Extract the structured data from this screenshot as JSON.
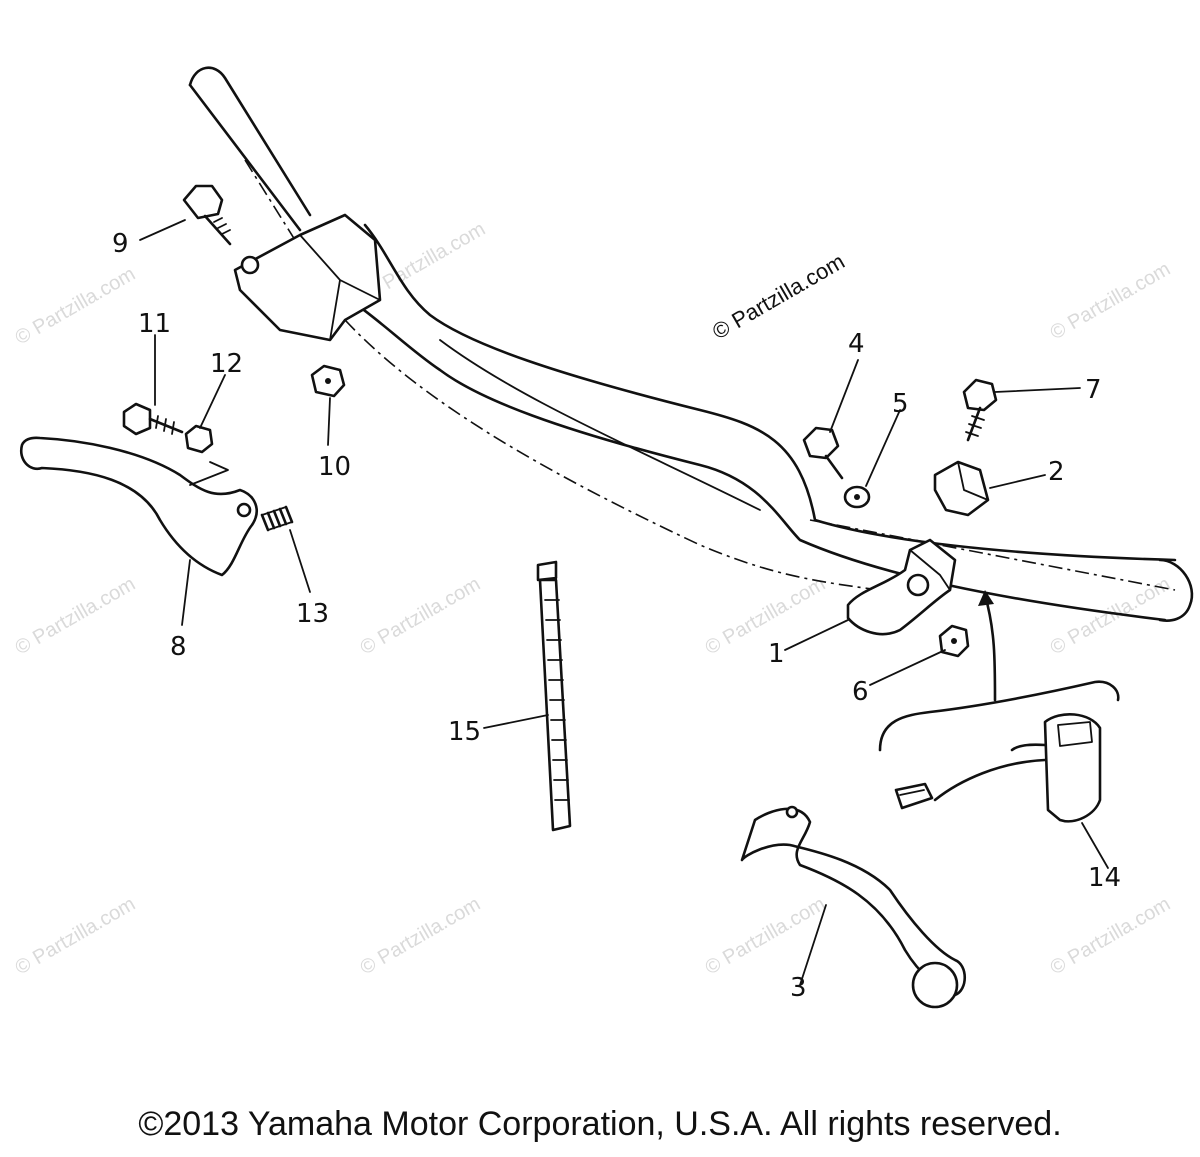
{
  "watermark": {
    "main": "© Partzilla.com",
    "tile": "© Partzilla.com"
  },
  "callouts": {
    "p1": "1",
    "p2": "2",
    "p3": "3",
    "p4": "4",
    "p5": "5",
    "p6": "6",
    "p7": "7",
    "p8": "8",
    "p9": "9",
    "p10": "10",
    "p11": "11",
    "p12": "12",
    "p13": "13",
    "p14": "14",
    "p15": "15"
  },
  "copyright": "©2013 Yamaha Motor Corporation, U.S.A. All rights reserved.",
  "colors": {
    "ink": "#111111",
    "watermark": "#dadada",
    "background": "#ffffff"
  }
}
